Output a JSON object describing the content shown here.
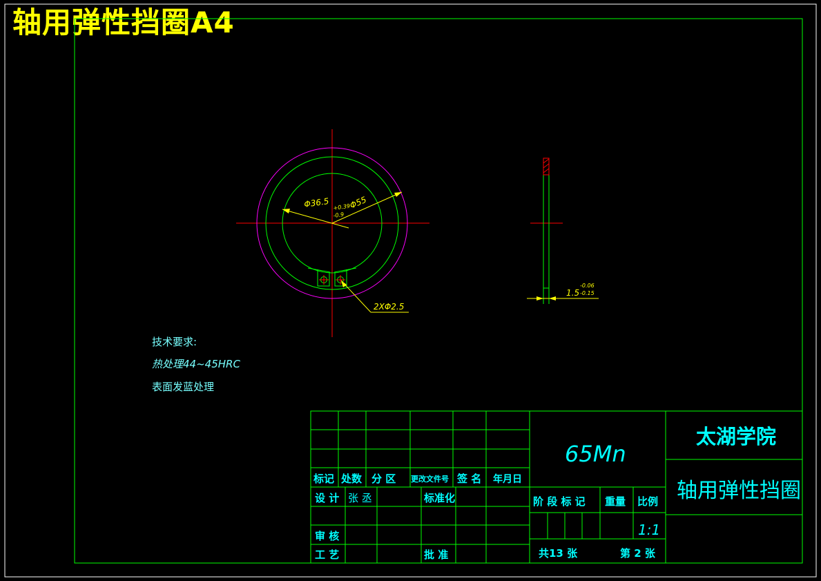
{
  "page_title": "轴用弹性挡圈A4",
  "tech_requirements": {
    "heading": "技术要求:",
    "line1": "热处理44~45HRC",
    "line2": "表面发蓝处理"
  },
  "dimensions": {
    "outer_dia": "Φ55",
    "inner_dia": "Φ36.5",
    "inner_tol_upper": "+0.39",
    "inner_tol_lower": "-0.9",
    "holes": "2XΦ2.5",
    "thickness": "1.5",
    "thick_tol_upper": "-0.06",
    "thick_tol_lower": "-0.15"
  },
  "title_block": {
    "material": "65Mn",
    "school": "太湖学院",
    "part_name": "轴用弹性挡圈",
    "rev_headers": [
      "标记",
      "处数",
      "分 区",
      "更改文件号",
      "签 名",
      "年月日"
    ],
    "design_label": "设 计",
    "designer": "张 丞",
    "standardization_label": "标准化",
    "review_label": "审 核",
    "process_label": "工 艺",
    "approve_label": "批 准",
    "stage_label": "阶 段 标 记",
    "weight_label": "重量",
    "scale_label": "比例",
    "scale_value": "1:1",
    "sheets_total": "共13 张",
    "sheet_no": "第 2 张"
  },
  "colors": {
    "frame": "#00ff00",
    "outline": "#00ff00",
    "centerline": "#ff0000",
    "phantom": "#ff00ff",
    "dimension": "#ffff00",
    "text": "#00ffff",
    "title": "#ffff00"
  }
}
